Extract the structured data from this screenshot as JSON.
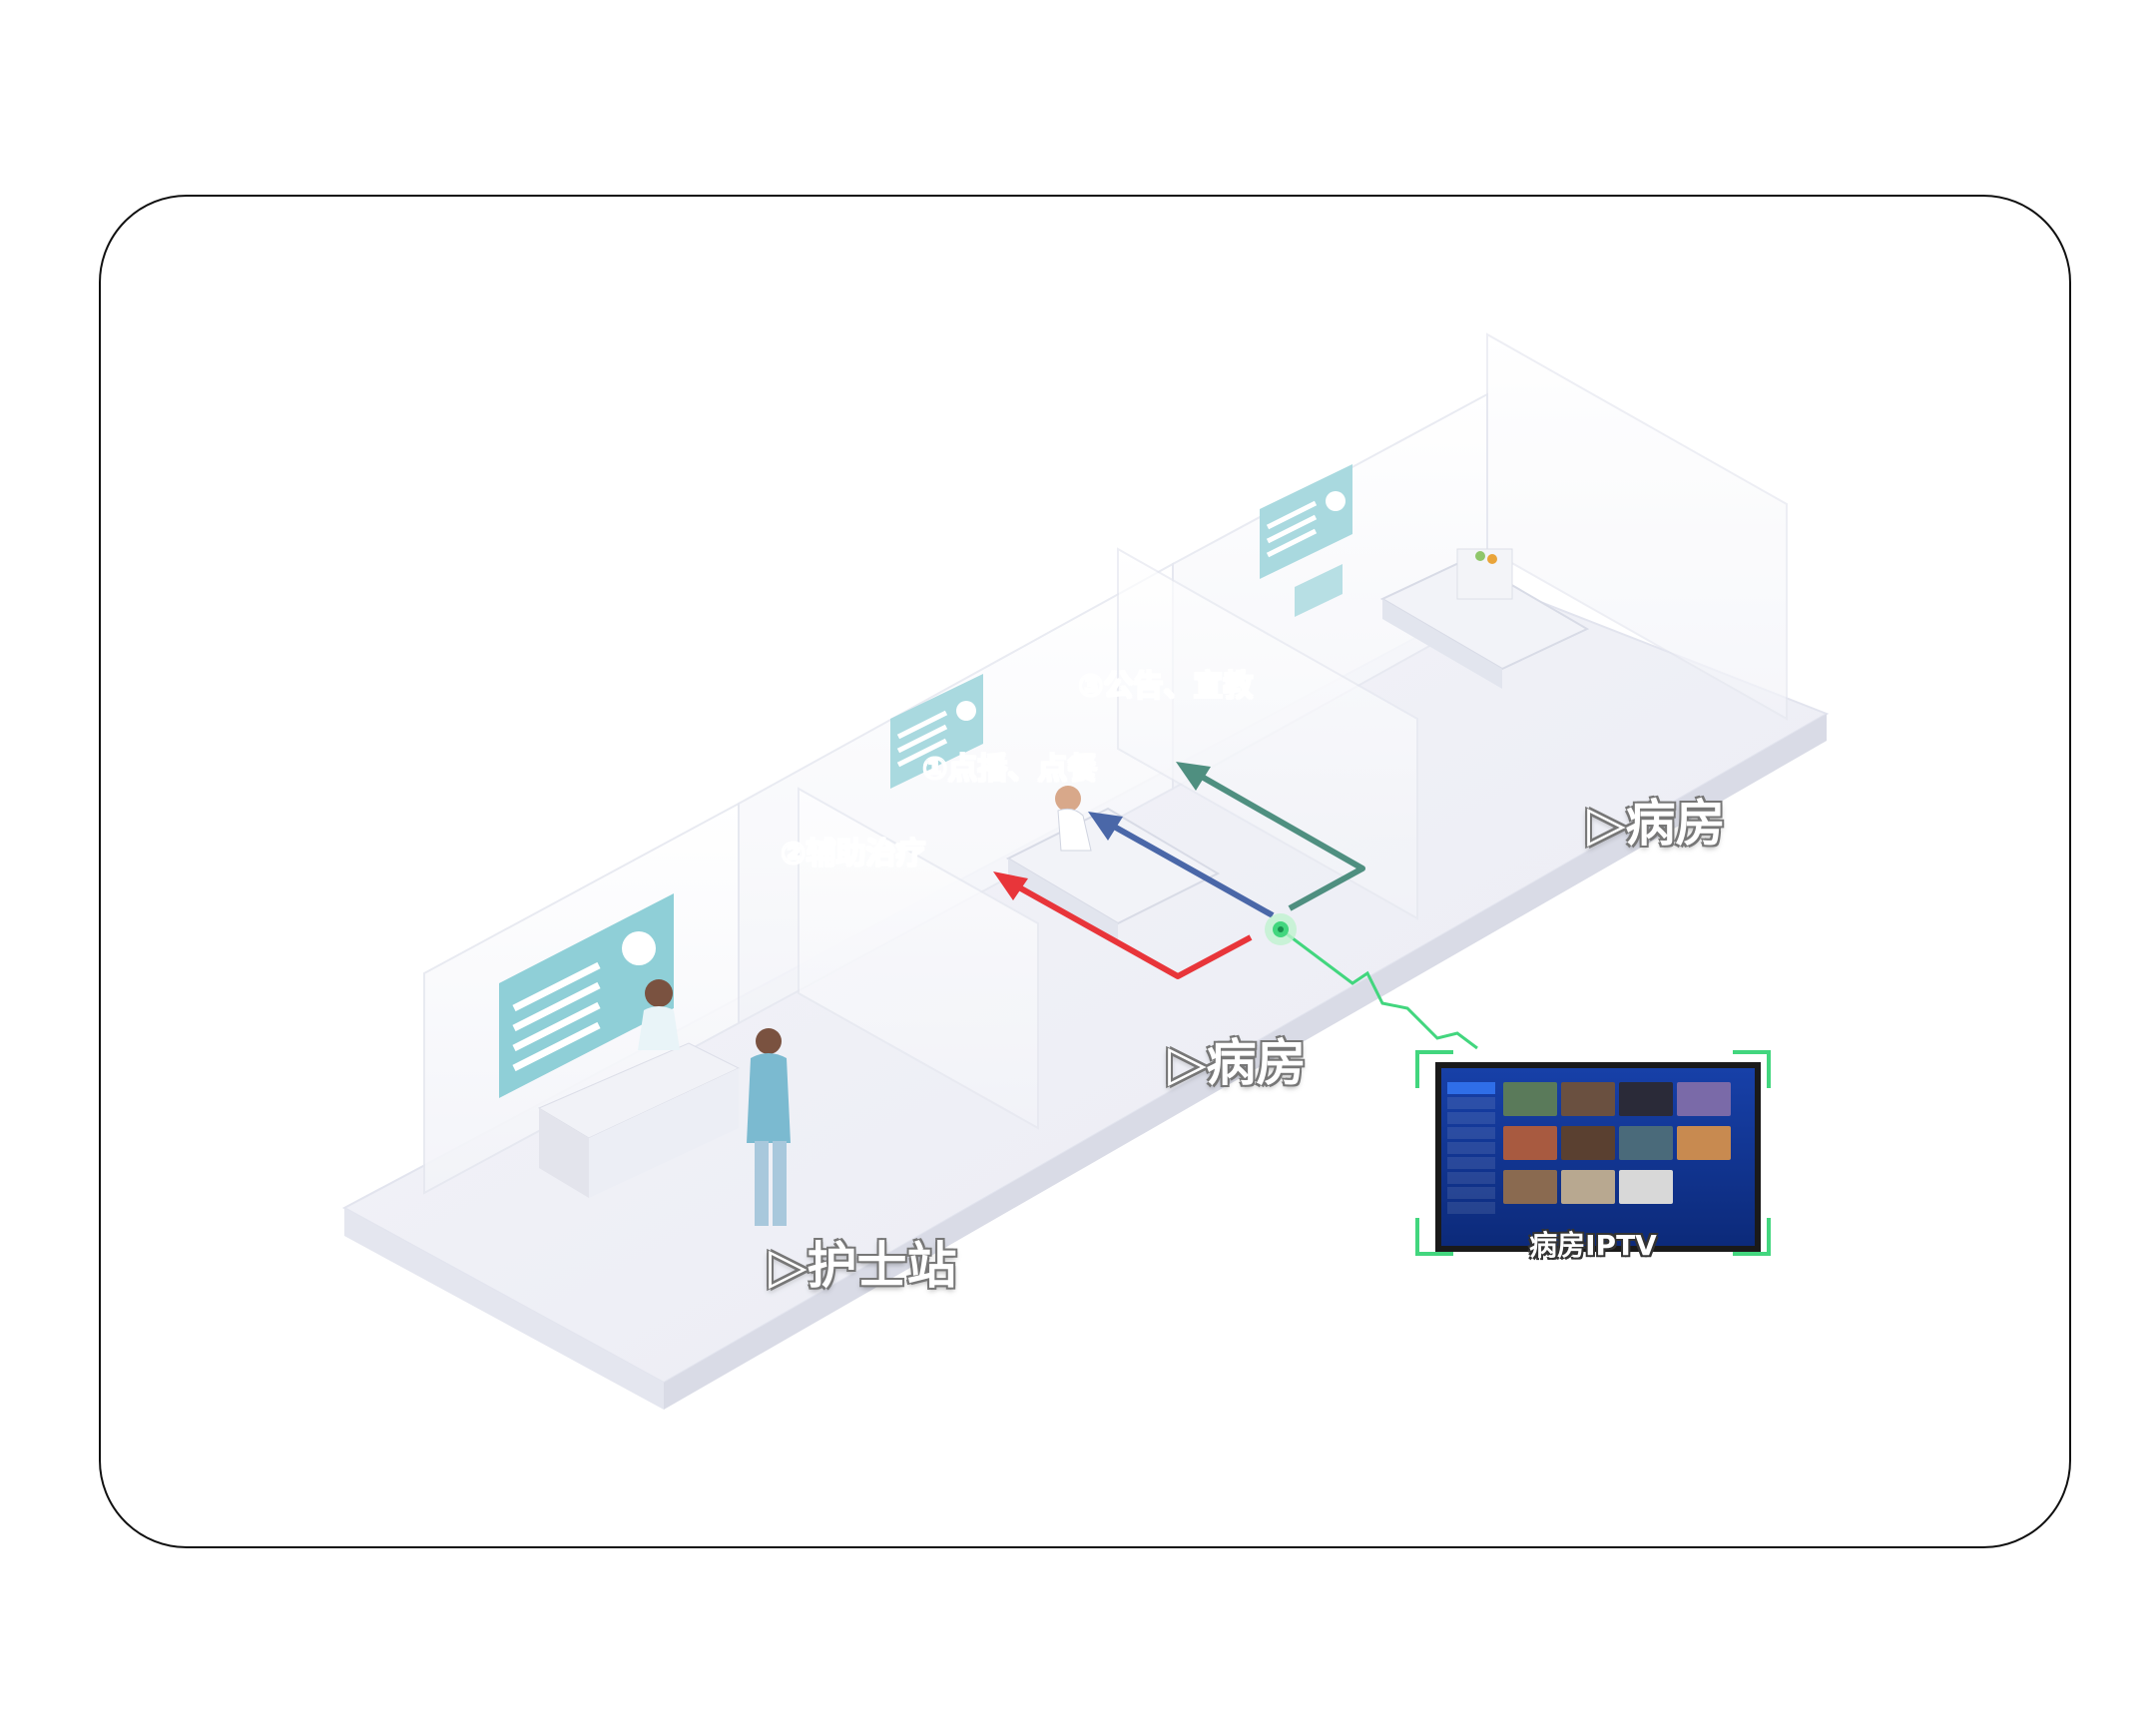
{
  "labels": {
    "nurse_station": "▷护士站",
    "ward_front": "▷病房",
    "ward_back": "▷病房",
    "flow_vod": "①点播、点餐",
    "flow_assist": "②辅助治疗",
    "flow_notice": "③公告、宣教",
    "iptv": "病房IPTV"
  },
  "colors": {
    "frame_border": "#111111",
    "flow_vod": "#4a67a8",
    "flow_assist": "#e8353a",
    "flow_notice": "#4f8f80",
    "signal": "#42d67e",
    "tv_screen": "#1740a8"
  }
}
